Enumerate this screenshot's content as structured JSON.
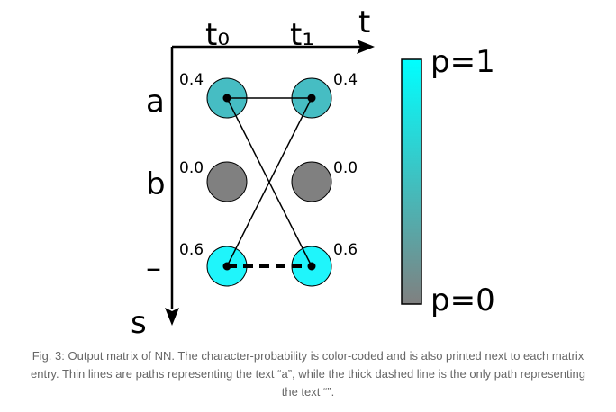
{
  "axes": {
    "time_label": "t",
    "seq_label": "s",
    "time_steps": [
      "t₀",
      "t₁"
    ],
    "characters": [
      "a",
      "b",
      "–"
    ]
  },
  "matrix": {
    "rows": [
      {
        "char": "a",
        "t0": "0.4",
        "t1": "0.4",
        "p": 0.4
      },
      {
        "char": "b",
        "t0": "0.0",
        "t1": "0.0",
        "p": 0.0
      },
      {
        "char": "–",
        "t0": "0.6",
        "t1": "0.6",
        "p": 0.6
      }
    ]
  },
  "colors": {
    "color_p0": "#808080",
    "color_p04": "#46bdc3",
    "color_p06": "#1ff5fb",
    "color_p1": "#00ffff"
  },
  "colorbar": {
    "top_label": "p=1",
    "bottom_label": "p=0"
  },
  "caption": {
    "line1": "Fig. 3: Output matrix of NN. The character-probability is color-coded and is also printed next to each matrix",
    "line2": "entry. Thin lines are paths representing the text “a”, while the thick dashed line is the only path representing",
    "line3": "the text “”."
  }
}
